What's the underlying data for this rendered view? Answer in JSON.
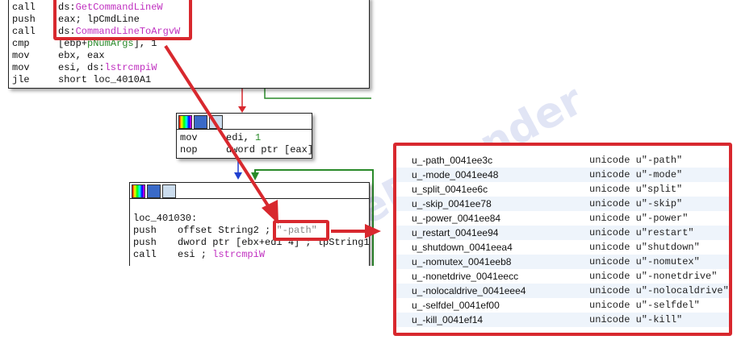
{
  "top_block": {
    "lines": [
      {
        "mn": "call",
        "op": "ds:",
        "fn": "GetCommandLineW"
      },
      {
        "mn": "push",
        "op": "eax",
        "cm": "; lpCmdLine"
      },
      {
        "mn": "call",
        "op": "ds:",
        "fn": "CommandLineToArgvW"
      },
      {
        "mn": "cmp",
        "op": "[ebp+",
        "var": "pNumArgs",
        "op2": "], 1"
      },
      {
        "mn": "mov",
        "op": "ebx, eax"
      },
      {
        "mn": "mov",
        "op": "esi, ds:",
        "fn": "lstrcmpiW"
      },
      {
        "mn": "jle",
        "op": "short loc_4010A1"
      }
    ]
  },
  "mid_block": {
    "lines": [
      {
        "mn": "mov",
        "op": "edi, ",
        "num": "1"
      },
      {
        "mn": "nop",
        "op": "dword ptr [eax]"
      }
    ]
  },
  "loop_block": {
    "label": "loc_401030:",
    "lines": [
      {
        "mn": "push",
        "op": "offset String2",
        "cm": " ; ",
        "str": "\"-path\""
      },
      {
        "mn": "push",
        "op": "dword ptr [ebx+edi*4] ; lpString1"
      },
      {
        "mn": "call",
        "op": "esi ; ",
        "fn": "lstrcmpiW"
      }
    ]
  },
  "watermark": "WhiteDefender",
  "strings": [
    {
      "name": "u_-path_0041ee3c",
      "value": "unicode u\"-path\""
    },
    {
      "name": "u_-mode_0041ee48",
      "value": "unicode u\"-mode\""
    },
    {
      "name": "u_split_0041ee6c",
      "value": "unicode u\"split\""
    },
    {
      "name": "u_-skip_0041ee78",
      "value": "unicode u\"-skip\""
    },
    {
      "name": "u_-power_0041ee84",
      "value": "unicode u\"-power\""
    },
    {
      "name": "u_restart_0041ee94",
      "value": "unicode u\"restart\""
    },
    {
      "name": "u_shutdown_0041eea4",
      "value": "unicode u\"shutdown\""
    },
    {
      "name": "u_-nomutex_0041eeb8",
      "value": "unicode u\"-nomutex\""
    },
    {
      "name": "u_-nonetdrive_0041eecc",
      "value": "unicode u\"-nonetdrive\""
    },
    {
      "name": "u_-nolocaldrive_0041eee4",
      "value": "unicode u\"-nolocaldrive\""
    },
    {
      "name": "u_-selfdel_0041ef00",
      "value": "unicode u\"-selfdel\""
    },
    {
      "name": "u_-kill_0041ef14",
      "value": "unicode u\"-kill\""
    }
  ],
  "colors": {
    "highlight": "#d8282e",
    "flow_true": "#2a8a2a",
    "flow_false": "#d8282e",
    "flow_normal": "#2040d0"
  }
}
